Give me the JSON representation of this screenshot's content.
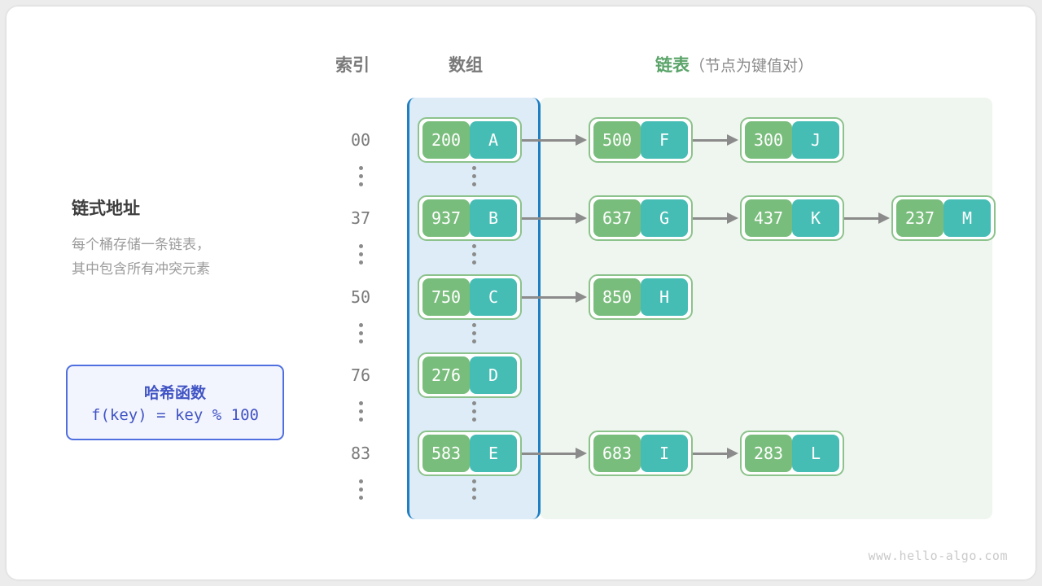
{
  "headers": {
    "index": "索引",
    "array": "数组",
    "list_main": "链表",
    "list_sub": "（节点为键值对）"
  },
  "description": {
    "title": "链式地址",
    "line1": "每个桶存储一条链表，",
    "line2": "其中包含所有冲突元素"
  },
  "hash_function": {
    "title": "哈希函数",
    "formula": "f(key) = key % 100"
  },
  "colors": {
    "array_region_bg": "#ddecf7",
    "array_region_border": "#1f7fc4",
    "list_region_bg": "#eff6ef",
    "node_border": "#8cc28c",
    "key_cell": "#79bd7c",
    "value_cell": "#45bdb5",
    "arrow": "#8b8b8b",
    "hash_accent": "#4154c4",
    "list_header": "#5aa469"
  },
  "buckets": [
    {
      "index": "00",
      "array_node": {
        "key": "200",
        "value": "A"
      },
      "chain": [
        {
          "key": "500",
          "value": "F"
        },
        {
          "key": "300",
          "value": "J"
        }
      ]
    },
    {
      "index": "37",
      "array_node": {
        "key": "937",
        "value": "B"
      },
      "chain": [
        {
          "key": "637",
          "value": "G"
        },
        {
          "key": "437",
          "value": "K"
        },
        {
          "key": "237",
          "value": "M"
        }
      ]
    },
    {
      "index": "50",
      "array_node": {
        "key": "750",
        "value": "C"
      },
      "chain": [
        {
          "key": "850",
          "value": "H"
        }
      ]
    },
    {
      "index": "76",
      "array_node": {
        "key": "276",
        "value": "D"
      },
      "chain": []
    },
    {
      "index": "83",
      "array_node": {
        "key": "583",
        "value": "E"
      },
      "chain": [
        {
          "key": "683",
          "value": "I"
        },
        {
          "key": "283",
          "value": "L"
        }
      ]
    }
  ],
  "ellipsis_count": 5,
  "watermark": "www.hello-algo.com"
}
